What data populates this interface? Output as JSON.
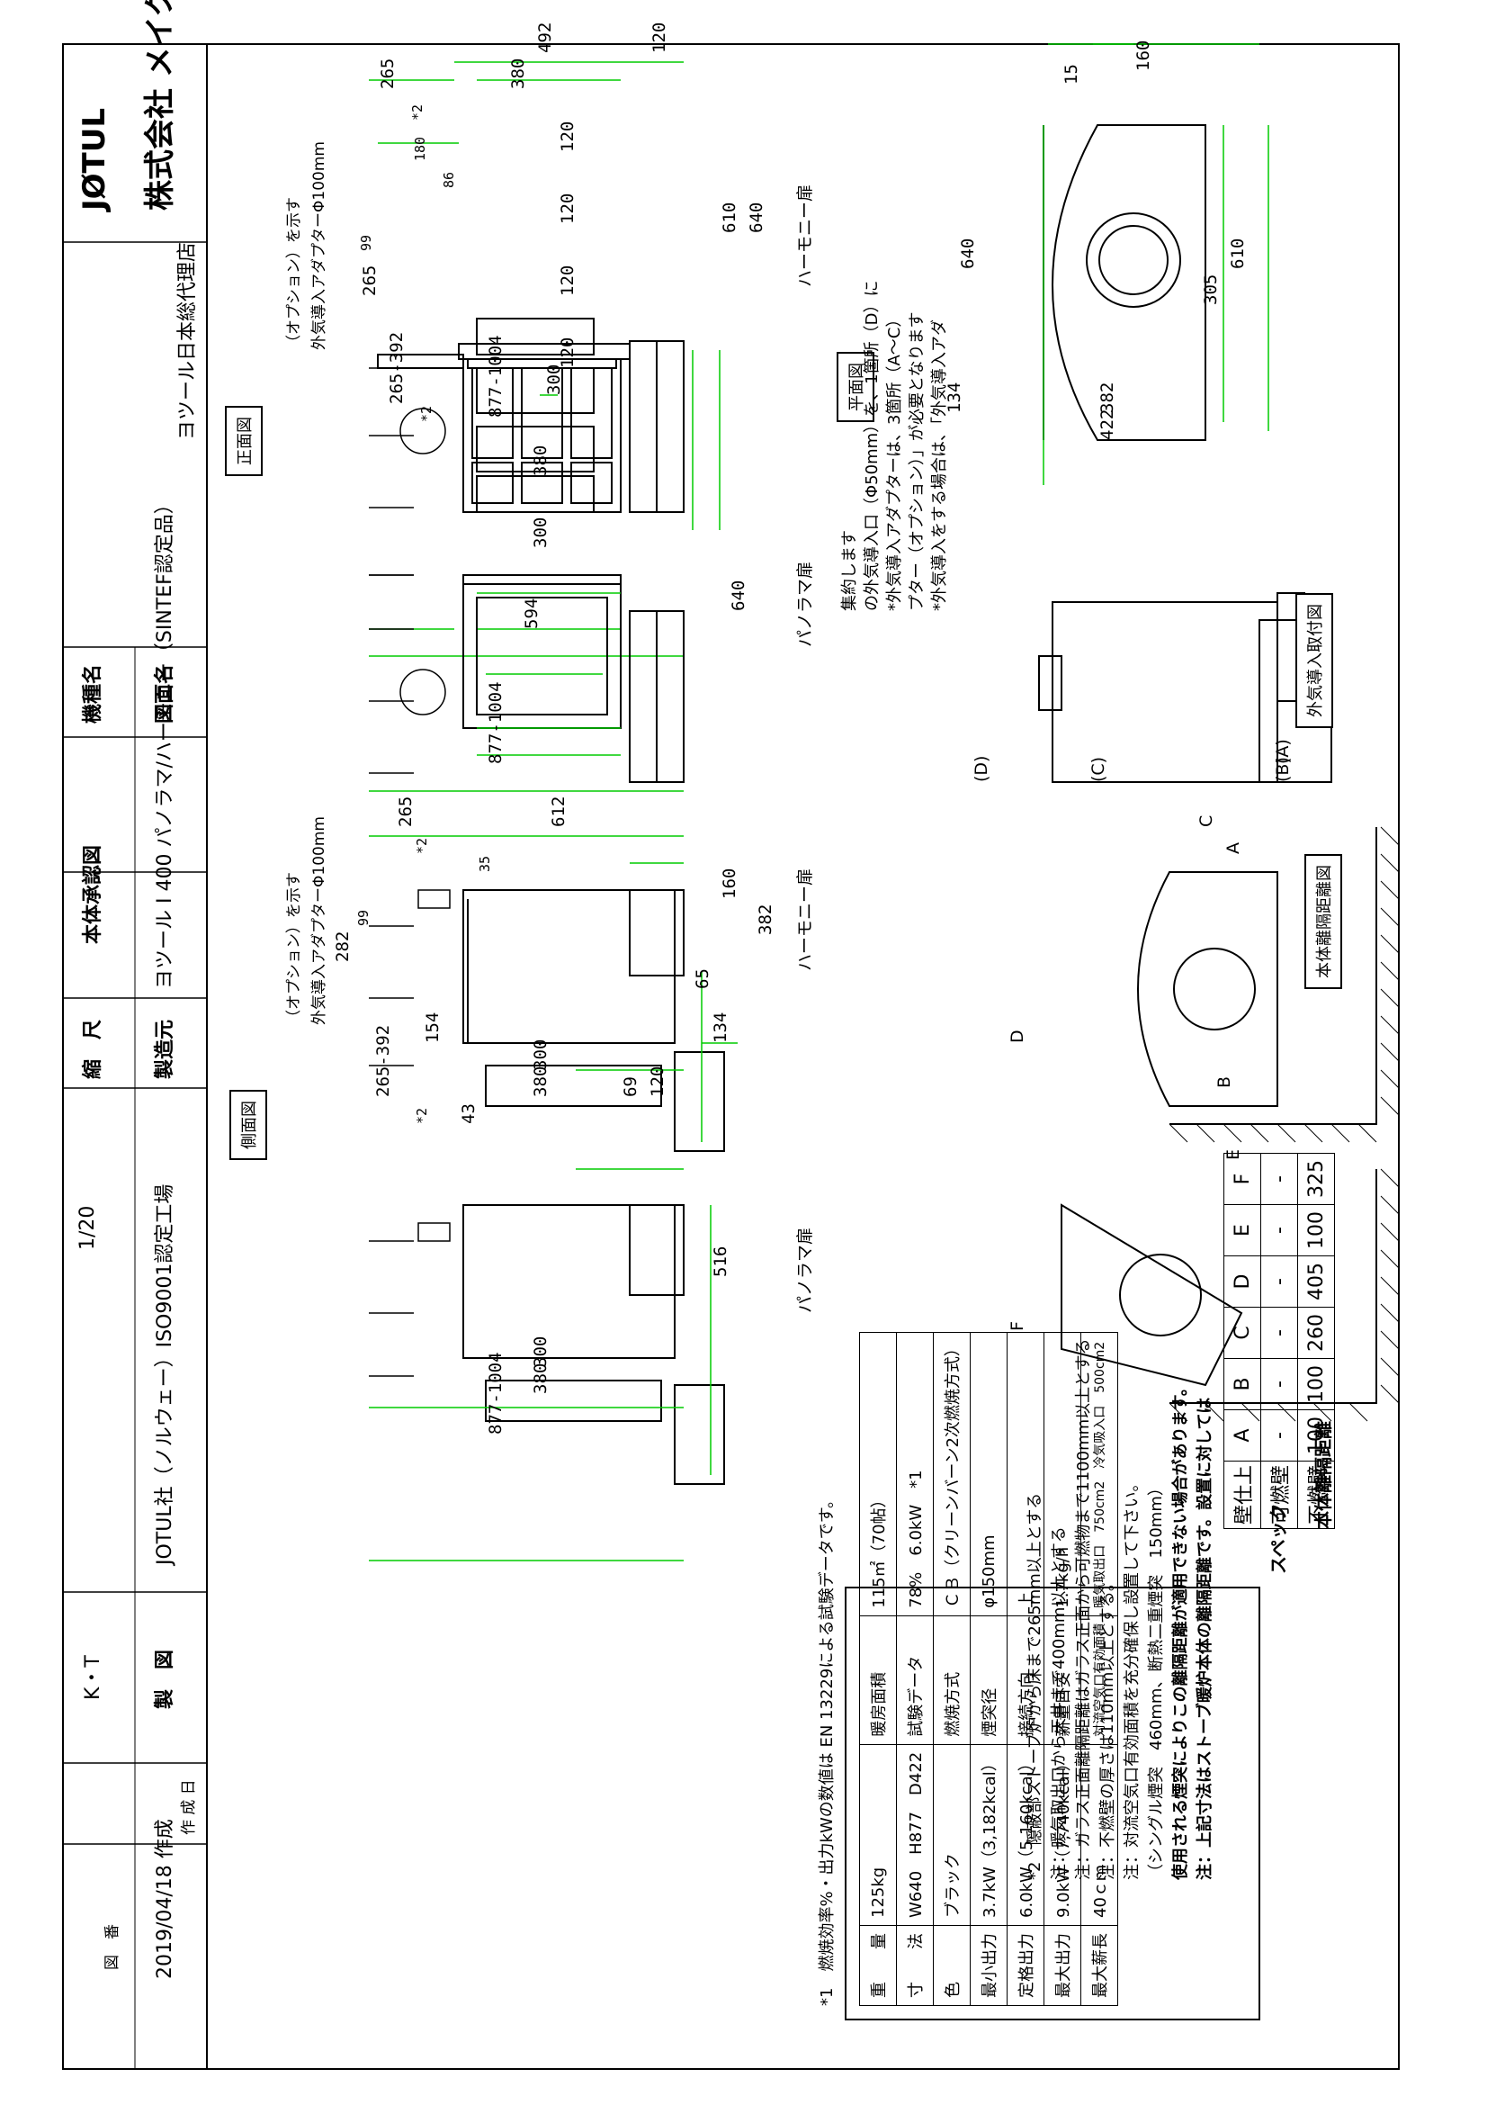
{
  "title_block": {
    "company": "株式会社 メイク",
    "brand": "JØTUL",
    "agent": "ヨツール日本総代理店",
    "model_label": "機種名",
    "model_value": "ヨツール I 400 パノラマ/ハーモニー（SINTEF認定品）",
    "drawing_label": "図面名",
    "drawing_value": "本体承認図",
    "maker_label": "製造元",
    "maker_value": "JOTUL社（ノルウェー）ISO9001認定工場",
    "scale_label": "縮　尺",
    "scale_value": "1/20",
    "drafter_label": "製　図",
    "drafter_value": "K・T",
    "date_label": "作 成 日",
    "date_value": "2019/04/18 作成",
    "no_label": "図　番"
  },
  "view_labels": {
    "front": "正面図",
    "side": "側面図",
    "plan": "平面図",
    "air": "外気導入取付図",
    "clear": "本体離隔距離図"
  },
  "door_labels": {
    "harmony": "ハーモニー扉",
    "panorama": "パノラマ扉"
  },
  "adapter_note_1": "外気導入アダプターΦ100mm",
  "adapter_note_2": "（オプション）を示す",
  "dims_front_harmony": [
    "492",
    "120",
    "265",
    "*2",
    "380",
    "180",
    "86",
    "120",
    "120",
    "120",
    "120",
    "99",
    "265",
    "640",
    "610",
    "300",
    "265-392",
    "*2",
    "877-1004"
  ],
  "dims_front_panorama": [
    "380",
    "300",
    "594",
    "640",
    "877-1004"
  ],
  "dims_side_harmony": [
    "265",
    "*2",
    "612",
    "35",
    "160",
    "382",
    "99",
    "282",
    "65",
    "134",
    "154",
    "300",
    "265-392",
    "380",
    "69",
    "120",
    "*2",
    "43"
  ],
  "dims_side_panorama": [
    "516",
    "300",
    "380",
    "877-1004"
  ],
  "dims_plan": [
    "15",
    "160",
    "640",
    "610",
    "305",
    "134",
    "382",
    "422"
  ],
  "air_notes": [
    "*外気導入をする場合は、「外気導入アダ",
    "プター（オプション）」が必要となります",
    "*外気導入アダプターは、3箇所（A〜C）",
    "の外気導入口（Φ50mm）を、1箇所（D）に",
    "集約します"
  ],
  "air_points": [
    "(A)",
    "(B)",
    "(C)",
    "(D)"
  ],
  "clear_letters": [
    "C",
    "A",
    "D",
    "B",
    "E",
    "F"
  ],
  "clearance_table": {
    "title": "本体離隔距離",
    "header_wall": "壁仕上",
    "cols": [
      "A",
      "B",
      "C",
      "D",
      "E",
      "F"
    ],
    "rows": [
      {
        "name": "可燃壁",
        "values": [
          "-",
          "-",
          "-",
          "-",
          "-",
          "-"
        ]
      },
      {
        "name": "不燃壁",
        "values": [
          "100",
          "100",
          "260",
          "405",
          "100",
          "325"
        ]
      }
    ]
  },
  "clear_notes": [
    "注：上記寸法はストーブ暖炉本体の離隔距離です。設置に対しては",
    "使用される煙突によりこの離隔距離が適用できない場合があります。",
    "（シングル煙突　460mm、断熱二重煙突　150mm）",
    "注：対流空気口有効面積を充分確保し設置して下さい。",
    "注：不燃壁の厚さは110mm以上とする。",
    "注：ガラス正面離隔距離はガラス正面から可燃物まで1100mm以上とする",
    "注：暖気取出口から天井まで400mm以上とする",
    "*2　隠蔽部ストーブ炉から床まで265mm以上とする"
  ],
  "spec": {
    "title": "スペック",
    "rows": [
      {
        "k": "重　　量",
        "v": "125kg"
      },
      {
        "k": "寸　　法",
        "v": "W640　H877　D422"
      },
      {
        "k": "色",
        "v": "ブラック"
      },
      {
        "k": "最小出力",
        "v": "3.7kW（3,182kcal）"
      },
      {
        "k": "定格出力",
        "v": "6.0kW（5,160kcal）"
      },
      {
        "k": "最大出力",
        "v": "9.0kW（7,740kcal）"
      },
      {
        "k": "最大薪長",
        "v": "40ｃｍ"
      },
      {
        "k": "暖房面積",
        "v": "115㎡（70帖）"
      },
      {
        "k": "試験データ",
        "v": "78%　6.0kW　*1"
      },
      {
        "k": "燃焼方式",
        "v": "ＣＢ（クリーンバーン2次燃焼方式）"
      },
      {
        "k": "煙突径",
        "v": "φ150mm"
      },
      {
        "k": "接続方向",
        "v": "上"
      },
      {
        "k": "薪量目安",
        "v": "1.7kg/h"
      }
    ],
    "vent_label": "対流空気口有効面積",
    "vent_value": "暖気取出口　750cm2　冷気吸入口　500cm2",
    "footnote": "*1　燃焼効率%・出力kWの数値は EN 13229による試験データです。"
  }
}
